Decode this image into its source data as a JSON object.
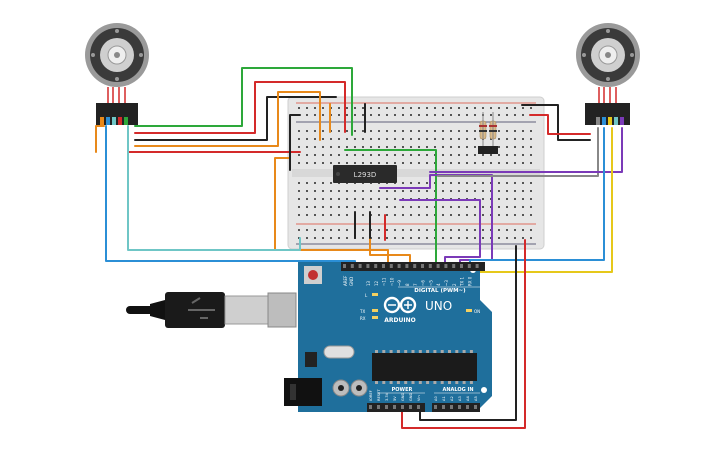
{
  "chip": {
    "label": "L293D"
  },
  "arduino": {
    "brand": "ARDUINO",
    "model": "UNO",
    "digital_header": "DIGITAL (PWM~)",
    "aref": "AREF",
    "gnd": "GND",
    "tx": "TX",
    "rx": "RX",
    "l": "L",
    "on": "ON",
    "power": "POWER",
    "analog_in": "ANALOG IN",
    "power_pins": [
      "IOREF",
      "RESET",
      "3.3V",
      "5V",
      "GND",
      "GND",
      "Vin"
    ],
    "analog_pins": [
      "A0",
      "A1",
      "A2",
      "A3",
      "A4",
      "A5"
    ],
    "digital_pins": [
      "13",
      "12",
      "~11",
      "~10",
      "~9",
      "8",
      "7",
      "~6",
      "~5",
      "4",
      "~3",
      "2",
      "TX 1",
      "RX 0"
    ]
  },
  "colors": {
    "board": "#1f6f9c",
    "board_dark": "#16557a",
    "breadboard": "#e8e8e8",
    "wire_red": "#d42a2a",
    "wire_black": "#222222",
    "wire_green": "#2da83a",
    "wire_orange": "#e8891a",
    "wire_purple": "#7b3ab8",
    "wire_blue": "#2b8fd6",
    "wire_cyan": "#6fc6c6",
    "wire_yellow": "#e6c81a",
    "wire_grey": "#888888"
  }
}
